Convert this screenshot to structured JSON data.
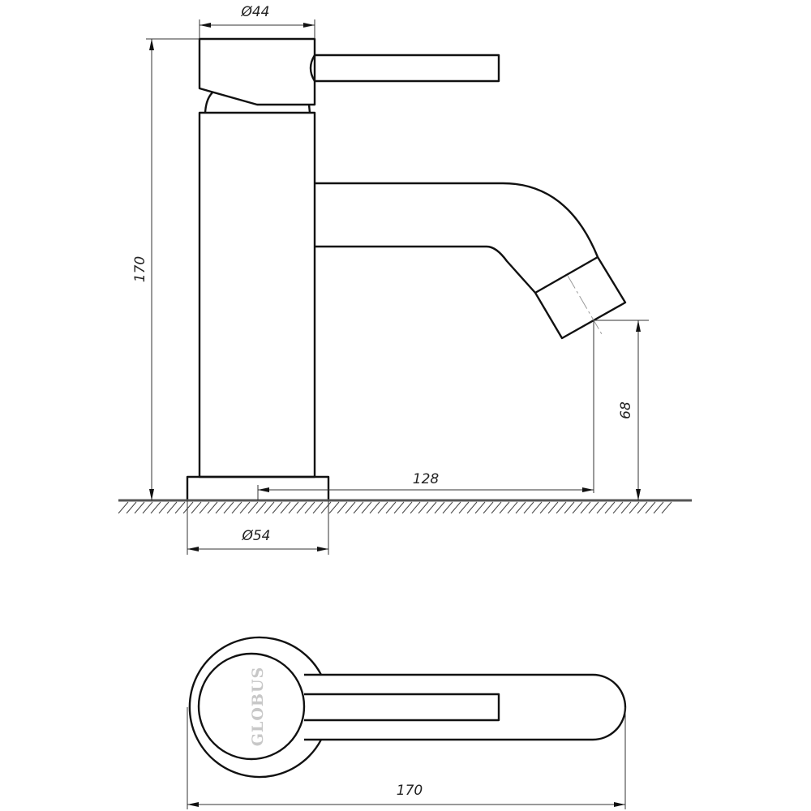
{
  "drawing": {
    "title": "Faucet technical drawing",
    "brand_logo": "GLOBUS",
    "dimensions": {
      "handle_diameter": "Ø44",
      "total_height": "170",
      "spout_height": "68",
      "spout_reach": "128",
      "base_diameter": "Ø54",
      "total_length": "170"
    },
    "colors": {
      "line": "#111111",
      "logo": "#c8c8c8",
      "background": "#ffffff"
    }
  }
}
